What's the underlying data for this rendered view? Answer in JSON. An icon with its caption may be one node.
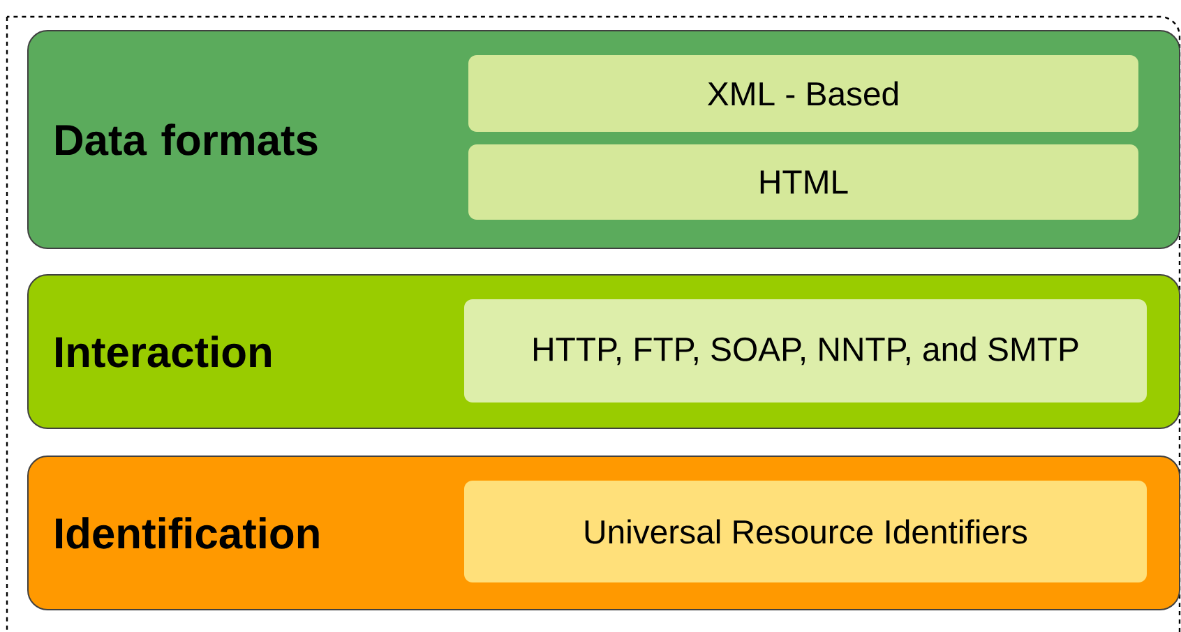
{
  "diagram": {
    "nodes": [
      {
        "text": [
          "Data formats"
        ]
      },
      {
        "text": [
          "XML - Based"
        ],
        "in": 0
      },
      {
        "text": [
          "HTML"
        ],
        "in": 0
      },
      {
        "text": [
          "Interaction"
        ]
      },
      {
        "text": [
          "HTTP, FTP, SOAP, NNTP, and SMTP"
        ],
        "in": 3
      },
      {
        "text": [
          "Identification"
        ]
      },
      {
        "text": [
          "Universal Resource Identifiers"
        ],
        "in": 5
      }
    ],
    "edges": []
  }
}
